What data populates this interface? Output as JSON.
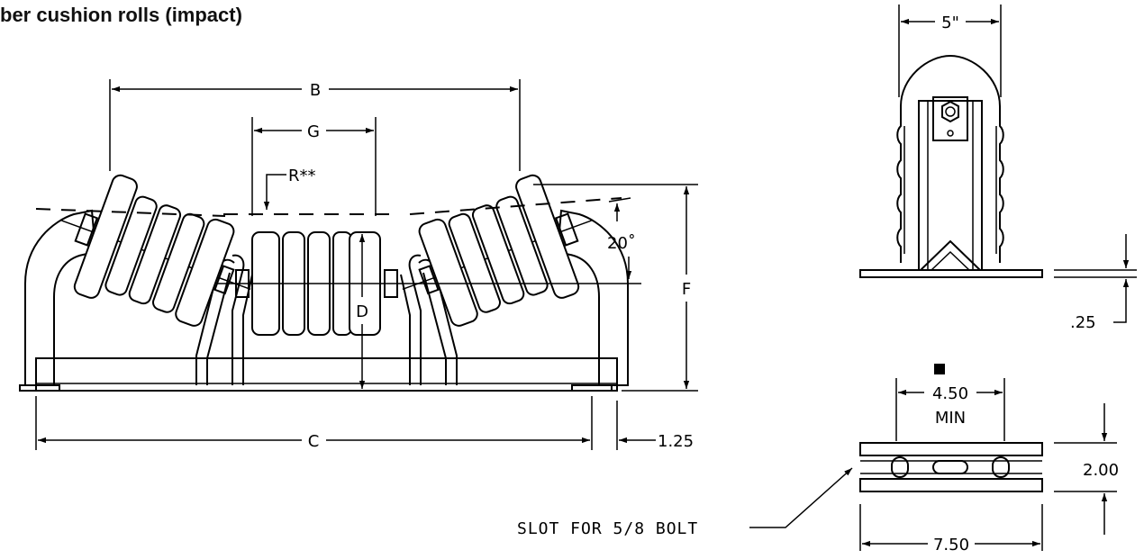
{
  "title": "ber cushion rolls (impact)",
  "dims": {
    "b": "B",
    "g": "G",
    "r": "R**",
    "angle": "20˚",
    "f": "F",
    "d": "D",
    "c": "C",
    "c_offset": "1.25",
    "side_width": "5\"",
    "plate_thick": ".25",
    "slot_spacing": "4.50",
    "slot_spacing_min": "MIN",
    "slot_height": "2.00",
    "base_length": "7.50",
    "slot_note": "SLOT FOR 5/8 BOLT"
  }
}
